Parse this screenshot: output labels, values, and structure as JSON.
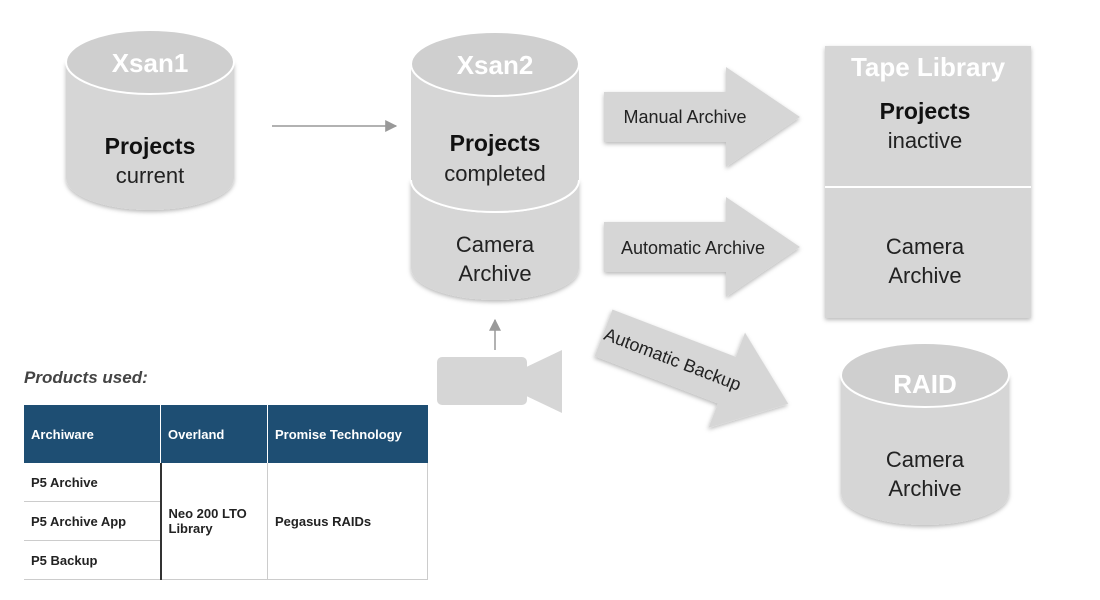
{
  "diagram": {
    "xsan1": {
      "title": "Xsan1",
      "line1": "Projects",
      "line2": "current"
    },
    "xsan2": {
      "title": "Xsan2",
      "line1": "Projects",
      "line2": "completed",
      "line3": "Camera",
      "line4": "Archive"
    },
    "tape": {
      "title": "Tape Library",
      "top1": "Projects",
      "top2": "inactive",
      "bottom1": "Camera",
      "bottom2": "Archive"
    },
    "raid": {
      "title": "RAID",
      "line1": "Camera",
      "line2": "Archive"
    },
    "arrows": {
      "manual": "Manual Archive",
      "automatic": "Automatic Archive",
      "backup": "Automatic Backup"
    },
    "icons": {
      "camera": "video-camera-icon"
    },
    "colors": {
      "shape": "#d6d6d6",
      "shape_top": "#cecece",
      "table_header": "#1e4e73",
      "connector": "#999999"
    }
  },
  "products": {
    "title": "Products used:",
    "headers": [
      "Archiware",
      "Overland",
      "Promise Technology"
    ],
    "archiware": [
      "P5 Archive",
      "P5 Archive App",
      "P5 Backup"
    ],
    "overland": "Neo 200 LTO Library",
    "promise": "Pegasus RAIDs"
  }
}
